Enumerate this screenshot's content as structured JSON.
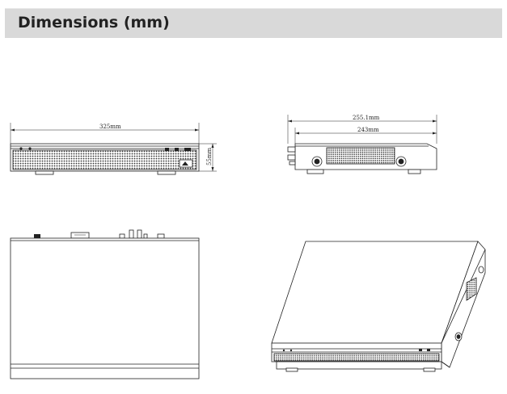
{
  "header": {
    "title": "Dimensions (mm)"
  },
  "front_view": {
    "width_label": "325mm",
    "height_label": "55mm"
  },
  "side_view": {
    "overall_depth_label": "255.1mm",
    "body_depth_label": "243mm"
  }
}
